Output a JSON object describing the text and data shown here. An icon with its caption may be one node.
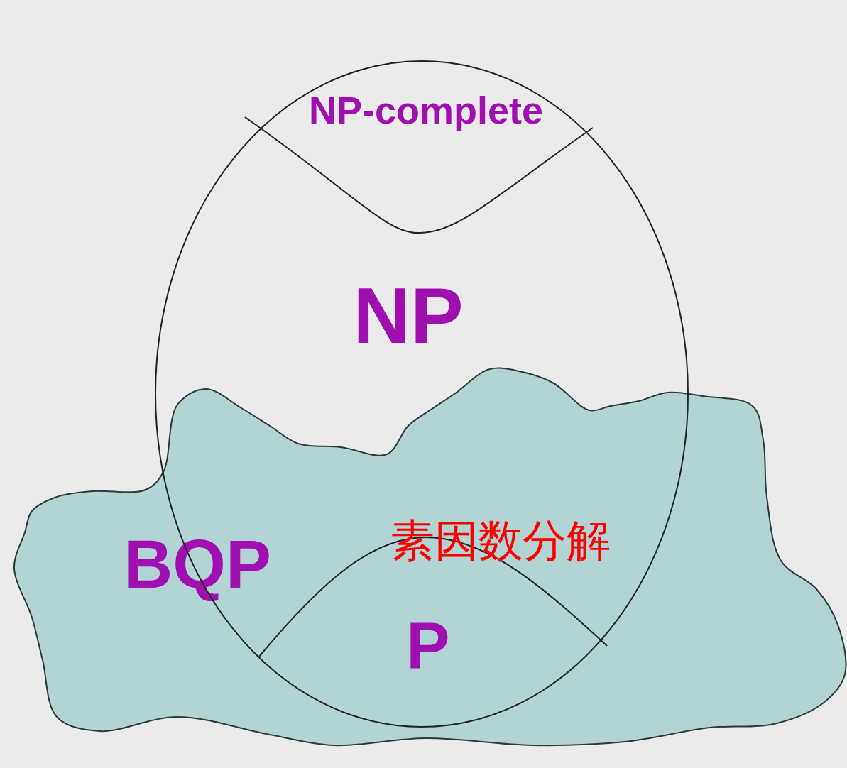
{
  "diagram": {
    "nodes": [
      {
        "text": [
          "NP"
        ]
      },
      {
        "text": [
          "NP-complete"
        ],
        "in": 0
      },
      {
        "text": [
          "BQP"
        ]
      },
      {
        "text": [
          "P"
        ]
      }
    ],
    "labels": [
      "素因数分解"
    ]
  }
}
